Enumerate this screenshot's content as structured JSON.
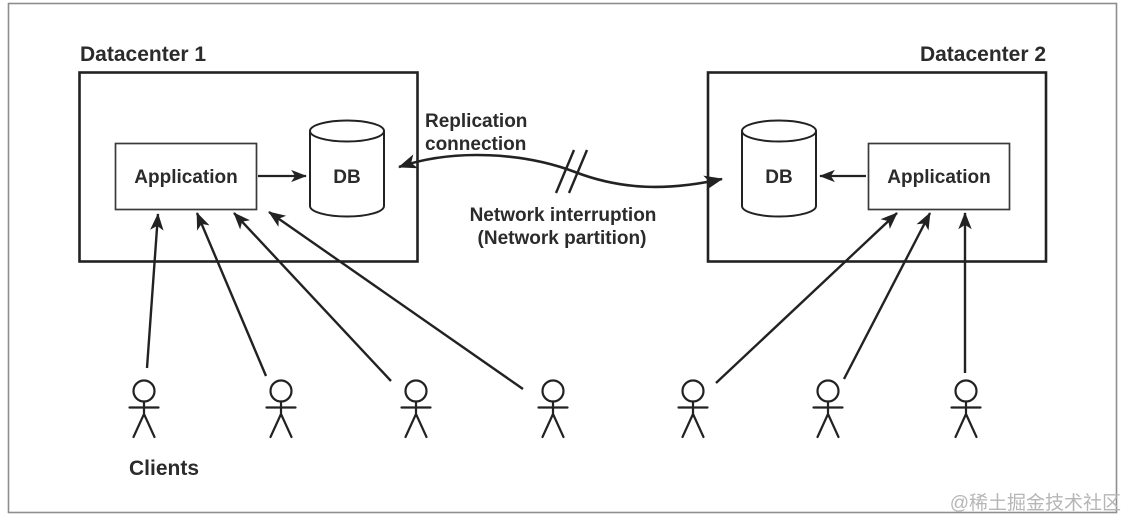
{
  "datacenter1": {
    "title": "Datacenter 1",
    "application_label": "Application",
    "db_label": "DB"
  },
  "datacenter2": {
    "title": "Datacenter 2",
    "application_label": "Application",
    "db_label": "DB"
  },
  "connection": {
    "replication_label_line1": "Replication",
    "replication_label_line2": "connection",
    "interruption_label_line1": "Network interruption",
    "interruption_label_line2": "(Network partition)"
  },
  "clients": {
    "label": "Clients",
    "left_group_count": 4,
    "right_group_count": 3
  },
  "watermark": {
    "text": "@稀土掘金技术社区"
  },
  "colors": {
    "ink": "#222222",
    "text": "#2b2b2b",
    "watermark": "#b6b6b6",
    "frame": "#8e8e8e",
    "background": "#ffffff"
  }
}
